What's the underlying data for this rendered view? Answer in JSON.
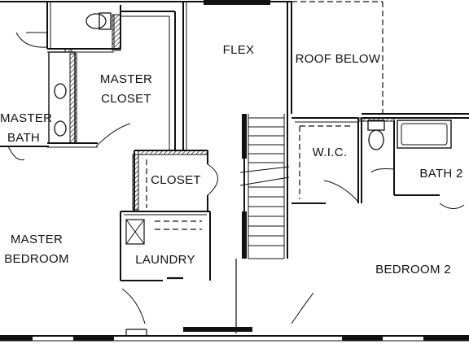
{
  "plan": {
    "rooms": {
      "master_bath": {
        "lines": [
          "MASTER",
          "BATH"
        ]
      },
      "master_closet": {
        "lines": [
          "MASTER",
          "CLOSET"
        ]
      },
      "flex": {
        "lines": [
          "FLEX"
        ]
      },
      "roof_below": {
        "lines": [
          "ROOF BELOW"
        ]
      },
      "closet": {
        "lines": [
          "CLOSET"
        ]
      },
      "wic": {
        "lines": [
          "W.I.C."
        ]
      },
      "bath_2": {
        "lines": [
          "BATH 2"
        ]
      },
      "master_bedroom": {
        "lines": [
          "MASTER",
          "BEDROOM"
        ]
      },
      "laundry": {
        "lines": [
          "LAUNDRY"
        ]
      },
      "bedroom_2": {
        "lines": [
          "BEDROOM 2"
        ]
      }
    },
    "colors": {
      "ink": "#111111",
      "background": "#ffffff"
    }
  }
}
